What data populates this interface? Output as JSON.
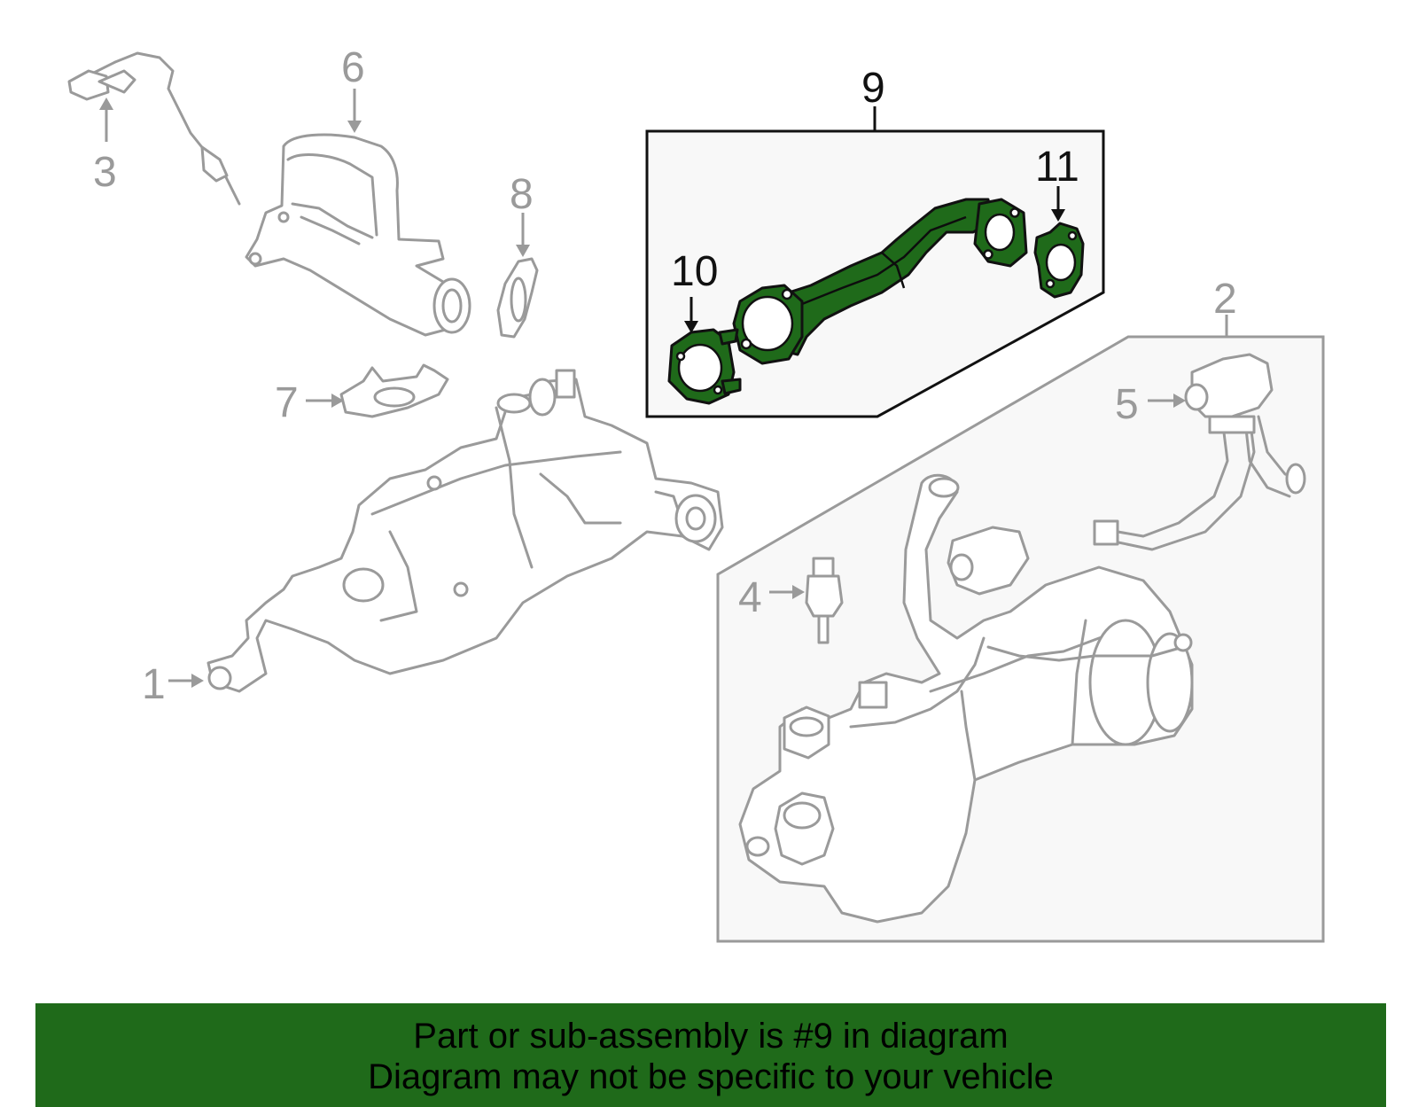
{
  "callouts": {
    "c1": "1",
    "c2": "2",
    "c3": "3",
    "c4": "4",
    "c5": "5",
    "c6": "6",
    "c7": "7",
    "c8": "8",
    "c9": "9",
    "c10": "10",
    "c11": "11"
  },
  "highlight_parts": [
    "9",
    "10",
    "11"
  ],
  "colors": {
    "highlight": "#1f6a1a",
    "part_outline": "#9a9a9a",
    "banner_bg": "#1f6a1a"
  },
  "banner": {
    "line1": "Part or sub-assembly is #9 in diagram",
    "line2": "Diagram may not be specific to your vehicle"
  }
}
